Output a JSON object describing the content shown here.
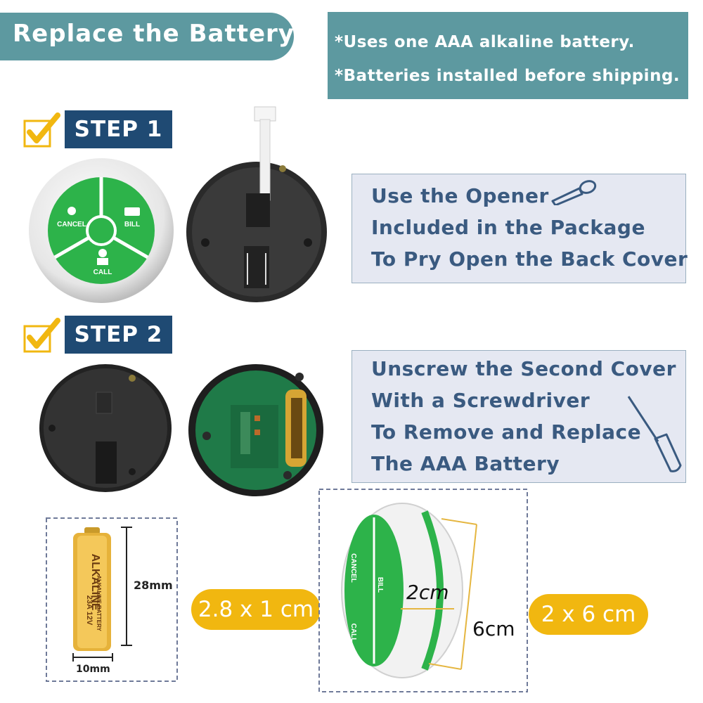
{
  "title": "Replace the Battery",
  "notes": [
    "*Uses one AAA alkaline battery.",
    "*Batteries installed before shipping."
  ],
  "step1": {
    "label": "STEP 1",
    "instructions": [
      "Use the Opener",
      "Included in the Package",
      "To Pry Open the Back Cover"
    ],
    "button_labels": {
      "cancel": "CANCEL",
      "bill": "BILL",
      "call": "CALL"
    }
  },
  "step2": {
    "label": "STEP 2",
    "instructions": [
      "Unscrew the Second Cover",
      "With a Screwdriver",
      "To Remove and Replace",
      "The AAA Battery"
    ]
  },
  "battery": {
    "height_label": "28mm",
    "width_label": "10mm",
    "size_pill": "2.8 x 1 cm",
    "print_lines": [
      "ALKALINE",
      "ALKALINE BATTERY",
      "23A 12V"
    ]
  },
  "device": {
    "depth_label": "2cm",
    "height_label": "6cm",
    "size_pill": "2 x 6 cm",
    "button_labels": {
      "cancel": "CANCEL",
      "bill": "BILL",
      "call": "CALL"
    }
  },
  "colors": {
    "teal": "#5d99a0",
    "navy": "#1f4a73",
    "green": "#2db34a",
    "yellow": "#f1b710",
    "check": "#f1b710"
  }
}
